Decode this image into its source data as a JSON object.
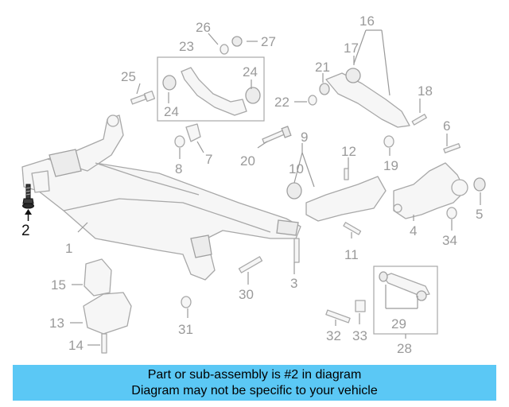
{
  "colors": {
    "banner_bg": "#5bc8f5",
    "highlight": "#111111",
    "muted": "#9a9a9a"
  },
  "banner": {
    "line1": "Part or sub-assembly is #2 in diagram",
    "line2": "Diagram may not be specific to your vehicle"
  },
  "callouts": {
    "c1": "1",
    "c2": "2",
    "c3": "3",
    "c4": "4",
    "c5": "5",
    "c6": "6",
    "c7": "7",
    "c8": "8",
    "c9": "9",
    "c10": "10",
    "c11": "11",
    "c12": "12",
    "c13": "13",
    "c14": "14",
    "c15": "15",
    "c16": "16",
    "c17": "17",
    "c18": "18",
    "c19": "19",
    "c20": "20",
    "c21": "21",
    "c22": "22",
    "c23": "23",
    "c24a": "24",
    "c24b": "24",
    "c25": "25",
    "c26": "26",
    "c27": "27",
    "c28": "28",
    "c29": "29",
    "c30": "30",
    "c31": "31",
    "c32": "32",
    "c33": "33",
    "c34": "34"
  },
  "highlighted_part": "2"
}
